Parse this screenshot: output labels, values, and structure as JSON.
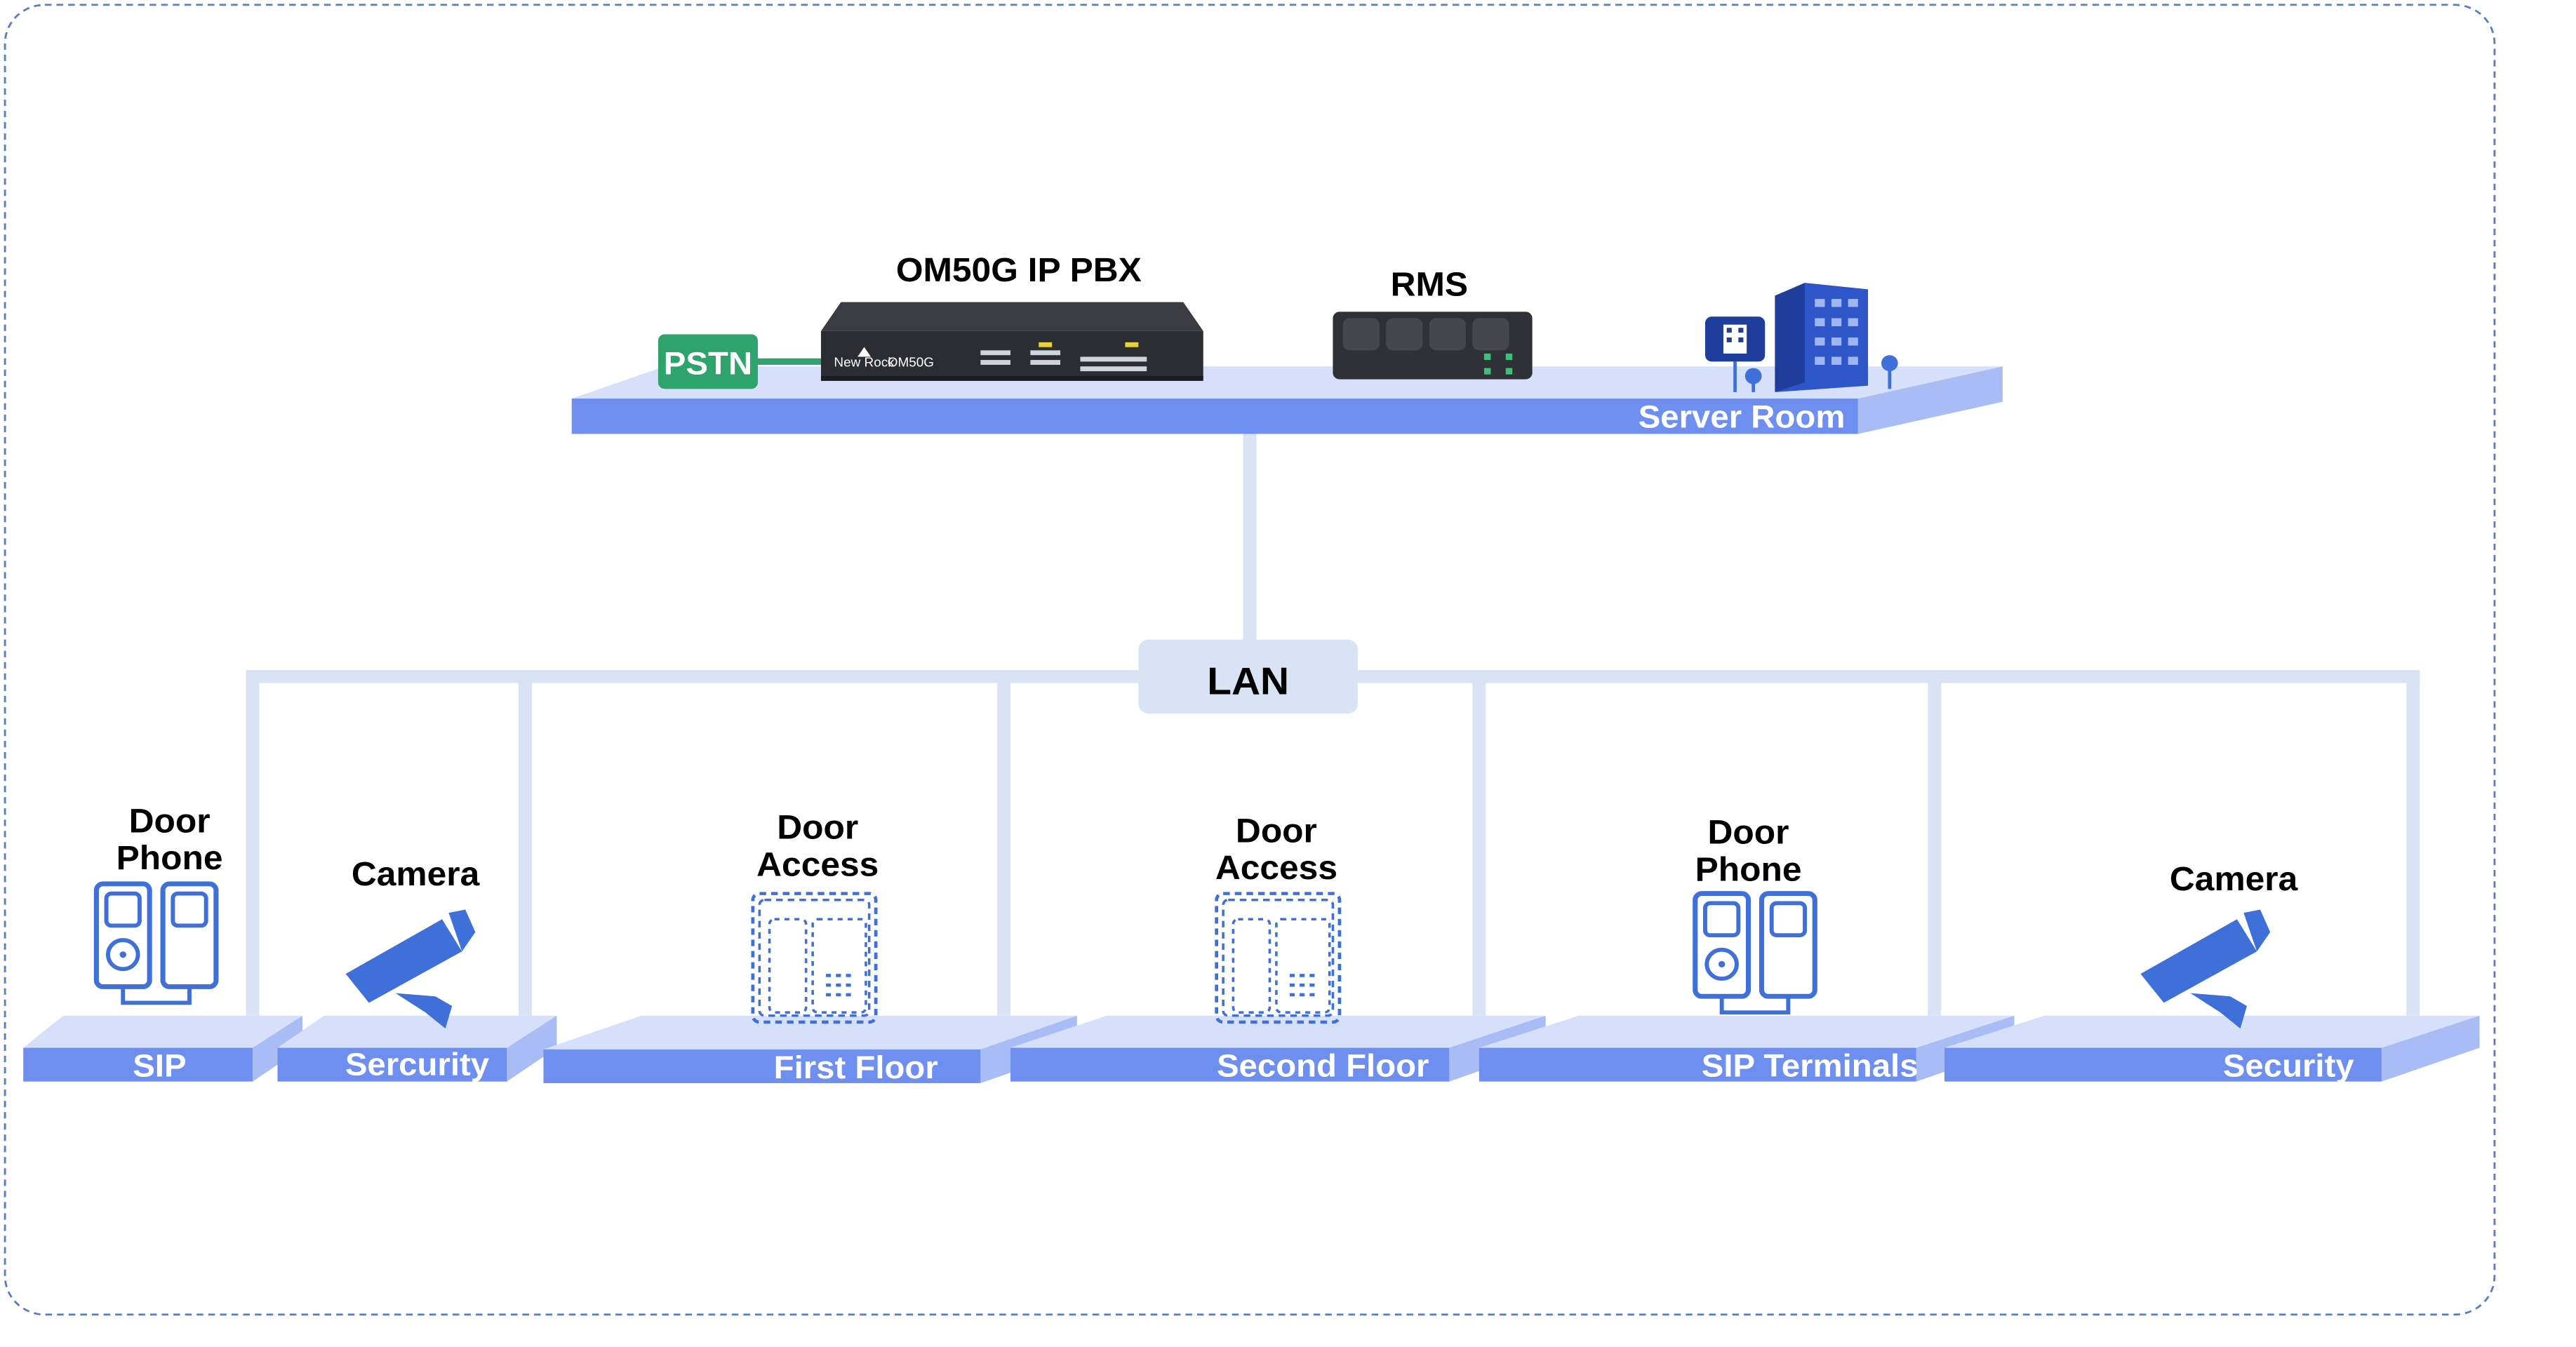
{
  "colors": {
    "platform_front": "#6f8ff0",
    "platform_top": "#d6e0fb",
    "platform_side": "#a9bcf6",
    "lan_line": "#d9e3f5",
    "lan_box": "#d9e3f5",
    "pstn": "#2ea36b",
    "icon_blue": "#3f6fd8",
    "frame": "#5b7bc4"
  },
  "server_room": {
    "pbx_label": "OM50G IP PBX",
    "rms_label": "RMS",
    "pstn_label": "PSTN",
    "platform_label": "Server Room",
    "building_icon": "office-building-icon",
    "pbx_brand": "New Rock",
    "pbx_model": "OM50G"
  },
  "lan": {
    "label": "LAN"
  },
  "zones": [
    {
      "id": "sip",
      "device_label": "Door\nPhone",
      "device_line1": "Door",
      "device_line2": "Phone",
      "platform_label": "SIP",
      "icon": "door-phone-icon"
    },
    {
      "id": "sercurity",
      "device_label": "Camera",
      "platform_label": "Sercurity",
      "icon": "security-camera-icon"
    },
    {
      "id": "first-floor",
      "device_line1": "Door",
      "device_line2": "Access",
      "platform_label": "First Floor",
      "icon": "door-access-icon"
    },
    {
      "id": "second-floor",
      "device_line1": "Door",
      "device_line2": "Access",
      "platform_label": "Second Floor",
      "icon": "door-access-icon"
    },
    {
      "id": "sip-terminals",
      "device_line1": "Door",
      "device_line2": "Phone",
      "platform_label": "SIP Terminals",
      "icon": "door-phone-icon"
    },
    {
      "id": "security",
      "device_label": "Camera",
      "platform_label": "Security",
      "icon": "security-camera-icon"
    }
  ]
}
